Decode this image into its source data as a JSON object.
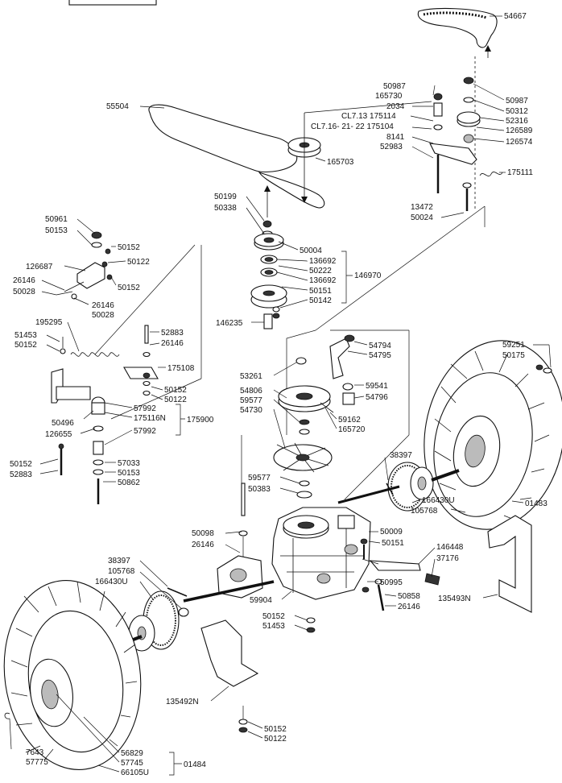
{
  "labels": {
    "belt_top": "54667",
    "nut_a": "50987",
    "nut_b": "50987",
    "washer_a": "50312",
    "pulley_small": "52316",
    "bushing_a": "126589",
    "ring_a": "126574",
    "belt_main": "55504",
    "p165730": "165730",
    "p2034": "2034",
    "cl713": "CL7.13 175114",
    "cl716": "CL7.16- 21- 22 175104",
    "p8141": "8141",
    "p52983": "52983",
    "pulley_165703": "165703",
    "spring_175111": "175111",
    "p13472": "13472",
    "p50024": "50024",
    "p50199": "50199",
    "p50338": "50338",
    "p50961": "50961",
    "p50153_a": "50153",
    "p50152_a": "50152",
    "p50122_a": "50122",
    "p126687": "126687",
    "p26146_a": "26146",
    "p50028_a": "50028",
    "p50152_b": "50152",
    "p26146_b": "26146",
    "p50028_b": "50028",
    "p50004": "50004",
    "p136692_a": "136692",
    "p50222": "50222",
    "p136692_b": "136692",
    "p50151_a": "50151",
    "p50142": "50142",
    "p146970": "146970",
    "p146235": "146235",
    "p195295": "195295",
    "p51453_a": "51453",
    "p50152_c": "50152",
    "p52883_a": "52883",
    "p26146_c": "26146",
    "p175108": "175108",
    "p50152_d": "50152",
    "p50122_b": "50122",
    "p57992_a": "57992",
    "p50496": "50496",
    "p175116N": "175116N",
    "p175900": "175900",
    "p126655": "126655",
    "p57992_b": "57992",
    "p50152_e": "50152",
    "p52883_b": "52883",
    "p57033": "57033",
    "p50153_b": "50153",
    "p50862": "50862",
    "p54794": "54794",
    "p54795": "54795",
    "p53261": "53261",
    "p59541": "59541",
    "p54796": "54796",
    "p54806": "54806",
    "p59577_a": "59577",
    "p54730": "54730",
    "p59162": "59162",
    "p165720": "165720",
    "p59577_b": "59577",
    "p50383": "50383",
    "p59251": "59251",
    "p50175": "50175",
    "p38397_a": "38397",
    "p166430U_a": "166430U",
    "p105768_a": "105768",
    "p01483": "01483",
    "p50098": "50098",
    "p26146_d": "26146",
    "p50009": "50009",
    "p50151_b": "50151",
    "p146448": "146448",
    "p37176": "37176",
    "p38397_b": "38397",
    "p105768_b": "105768",
    "p166430U_b": "166430U",
    "p50995": "50995",
    "p50858": "50858",
    "p26146_e": "26146",
    "p135493N": "135493N",
    "p59904": "59904",
    "p50152_f": "50152",
    "p51453_b": "51453",
    "p135492N": "135492N",
    "p50152_g": "50152",
    "p50122_c": "50122",
    "p7643": "7643",
    "p57775": "57775",
    "p56829": "56829",
    "p57745": "57745",
    "p66105U": "66105U",
    "p01484": "01484"
  }
}
